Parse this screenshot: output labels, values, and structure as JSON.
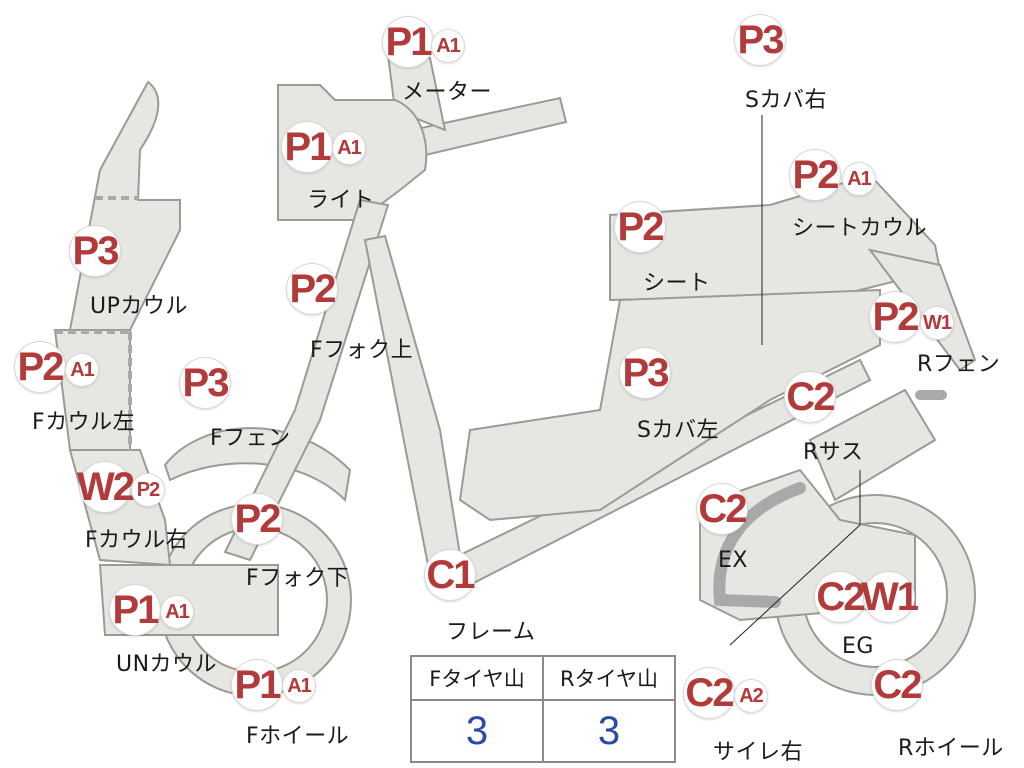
{
  "parts": [
    {
      "id": "meter",
      "label": "メーター",
      "codes": [
        "P1",
        "A1"
      ]
    },
    {
      "id": "light",
      "label": "ライト",
      "codes": [
        "P1",
        "A1"
      ]
    },
    {
      "id": "up-cowl",
      "label": "UPカウル",
      "codes": [
        "P3"
      ]
    },
    {
      "id": "f-cowl-left",
      "label": "Fカウル左",
      "codes": [
        "P2",
        "A1"
      ]
    },
    {
      "id": "f-cowl-right",
      "label": "Fカウル右",
      "codes": [
        "W2",
        "P2"
      ]
    },
    {
      "id": "un-cowl",
      "label": "UNカウル",
      "codes": [
        "P1",
        "A1"
      ]
    },
    {
      "id": "f-wheel",
      "label": "Fホイール",
      "codes": [
        "P1",
        "A1"
      ]
    },
    {
      "id": "f-fender",
      "label": "Fフェン",
      "codes": [
        "P3"
      ]
    },
    {
      "id": "f-fork-upper",
      "label": "Fフォク上",
      "codes": [
        "P2"
      ]
    },
    {
      "id": "f-fork-lower",
      "label": "Fフォク下",
      "codes": [
        "P2"
      ]
    },
    {
      "id": "frame",
      "label": "フレーム",
      "codes": [
        "C1"
      ]
    },
    {
      "id": "s-cover-right",
      "label": "Sカバ右",
      "codes": [
        "P3"
      ]
    },
    {
      "id": "seat",
      "label": "シート",
      "codes": [
        "P2"
      ]
    },
    {
      "id": "seat-cowl",
      "label": "シートカウル",
      "codes": [
        "P2",
        "A1"
      ]
    },
    {
      "id": "r-fender",
      "label": "Rフェン",
      "codes": [
        "P2",
        "W1"
      ]
    },
    {
      "id": "s-cover-left",
      "label": "Sカバ左",
      "codes": [
        "P3"
      ]
    },
    {
      "id": "r-suspension",
      "label": "Rサス",
      "codes": [
        "C2"
      ]
    },
    {
      "id": "exhaust",
      "label": "EX",
      "codes": [
        "C2"
      ]
    },
    {
      "id": "engine",
      "label": "EG",
      "codes": [
        "C2",
        "W1"
      ]
    },
    {
      "id": "r-wheel",
      "label": "Rホイール",
      "codes": [
        "C2"
      ]
    },
    {
      "id": "silencer-right",
      "label": "サイレ右",
      "codes": [
        "C2",
        "A2"
      ]
    }
  ],
  "tire_table": {
    "headers": [
      "Fタイヤ山",
      "Rタイヤ山"
    ],
    "values": [
      "3",
      "3"
    ]
  },
  "colors": {
    "part_fill": "#e6e6e2",
    "part_stroke": "#9a9a96",
    "code_text": "#b23a3a",
    "value_text": "#2b4aa8"
  }
}
